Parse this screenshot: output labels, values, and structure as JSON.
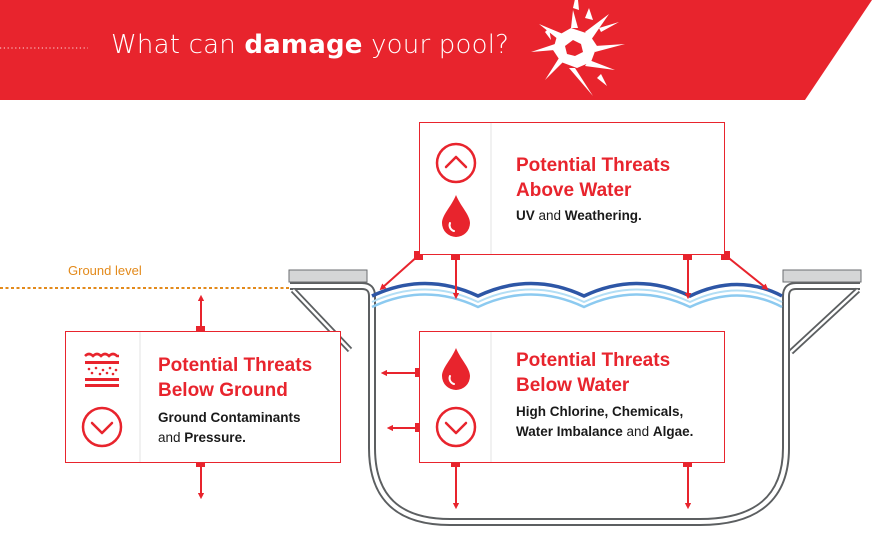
{
  "header": {
    "title_prefix": "What can ",
    "title_bold": "damage",
    "title_suffix": " your pool?"
  },
  "ground_label": "Ground level",
  "cards": {
    "above_water": {
      "title_line1": "Potential Threats",
      "title_line2": "Above Water",
      "desc": [
        {
          "t": "UV",
          "b": true
        },
        {
          "t": " and ",
          "b": false
        },
        {
          "t": "Weathering.",
          "b": true
        }
      ],
      "icons": [
        "chevron-up-icon",
        "water-drop-icon"
      ]
    },
    "below_ground": {
      "title_line1": "Potential Threats",
      "title_line2": "Below Ground",
      "desc_line1": [
        {
          "t": "Ground Contaminants",
          "b": true
        }
      ],
      "desc_line2": [
        {
          "t": "and ",
          "b": false
        },
        {
          "t": "Pressure.",
          "b": true
        }
      ],
      "icons": [
        "soil-layers-icon",
        "chevron-down-icon"
      ]
    },
    "below_water": {
      "title_line1": "Potential Threats",
      "title_line2": "Below Water",
      "desc_line1": [
        {
          "t": "High Chlorine, Chemicals,",
          "b": true
        }
      ],
      "desc_line2": [
        {
          "t": "Water Imbalance",
          "b": true
        },
        {
          "t": " and ",
          "b": false
        },
        {
          "t": "Algae.",
          "b": true
        }
      ],
      "icons": [
        "water-drop-icon",
        "chevron-down-icon"
      ]
    }
  },
  "colors": {
    "brand_red": "#e8242d",
    "ground_orange": "#e38a1b",
    "pool_gray": "#5c5f61",
    "water_blue": "#2d56a6",
    "water_light": "#8ccaf0"
  }
}
